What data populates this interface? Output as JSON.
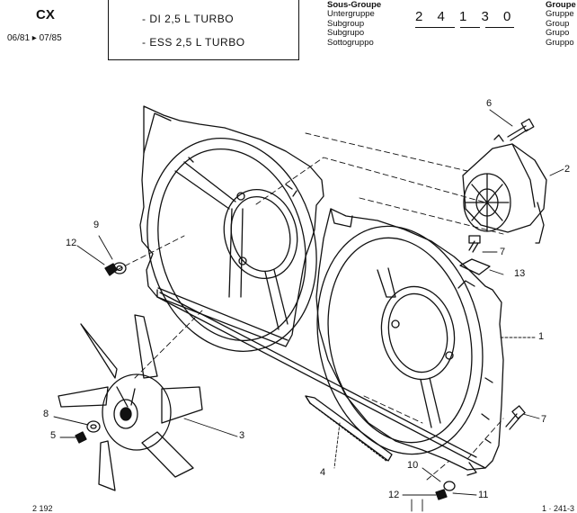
{
  "header": {
    "model": "CX",
    "years": "06/81 ▸ 07/85",
    "engines": [
      "- DI 2,5 L TURBO",
      "- ESS 2,5 L TURBO"
    ],
    "subgroup_labels": [
      "Sous-Groupe",
      "Untergruppe",
      "Subgroup",
      "Subgrupo",
      "Sottogruppo"
    ],
    "subgroup_code": "2 4 1 3 0",
    "group_labels": [
      "Groupe",
      "Gruppe",
      "Group",
      "Grupo",
      "Gruppo"
    ]
  },
  "footer": {
    "left": "2 192",
    "right": "1 · 241-3"
  },
  "parts": [
    {
      "num": "1"
    },
    {
      "num": "2"
    },
    {
      "num": "3"
    },
    {
      "num": "4"
    },
    {
      "num": "5"
    },
    {
      "num": "6"
    },
    {
      "num": "7"
    },
    {
      "num": "7"
    },
    {
      "num": "8"
    },
    {
      "num": "9"
    },
    {
      "num": "10"
    },
    {
      "num": "11"
    },
    {
      "num": "12"
    },
    {
      "num": "12"
    },
    {
      "num": "13"
    }
  ]
}
